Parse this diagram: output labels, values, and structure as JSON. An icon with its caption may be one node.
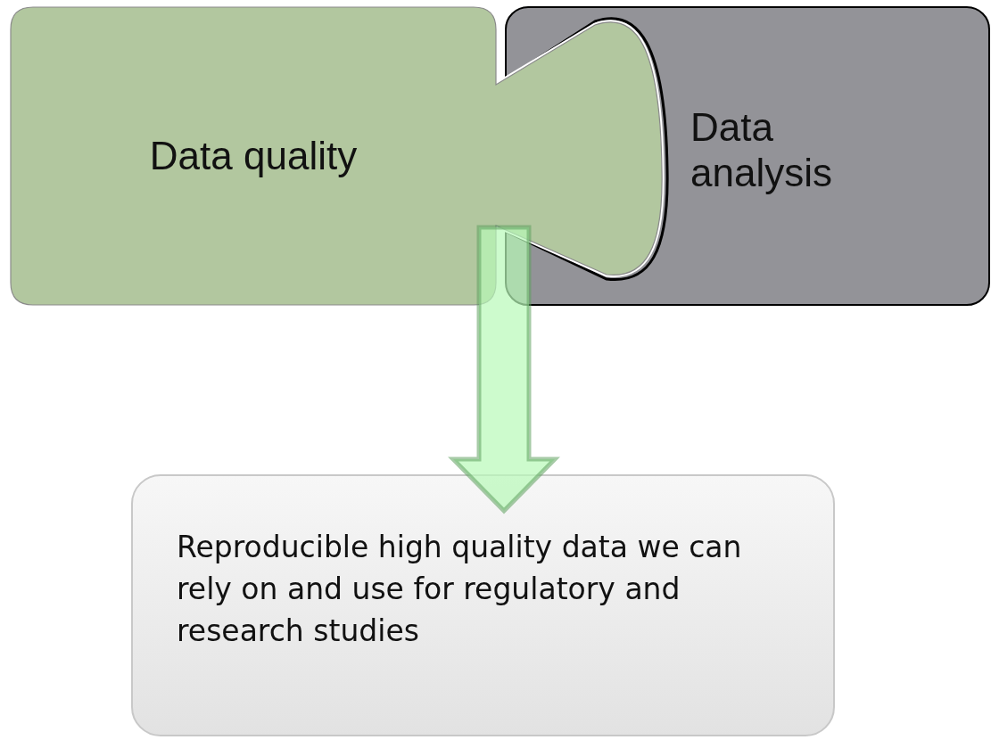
{
  "diagram": {
    "nodes": [
      {
        "text": [
          "Data quality"
        ]
      },
      {
        "text": [
          "Data analysis"
        ]
      },
      {
        "text": [
          "Reproducible high quality data we can rely on and use for regulatory and research studies"
        ]
      }
    ],
    "edges": [
      {
        "from": 0,
        "to": 2,
        "arrow": "to",
        "style": "thick"
      }
    ]
  }
}
